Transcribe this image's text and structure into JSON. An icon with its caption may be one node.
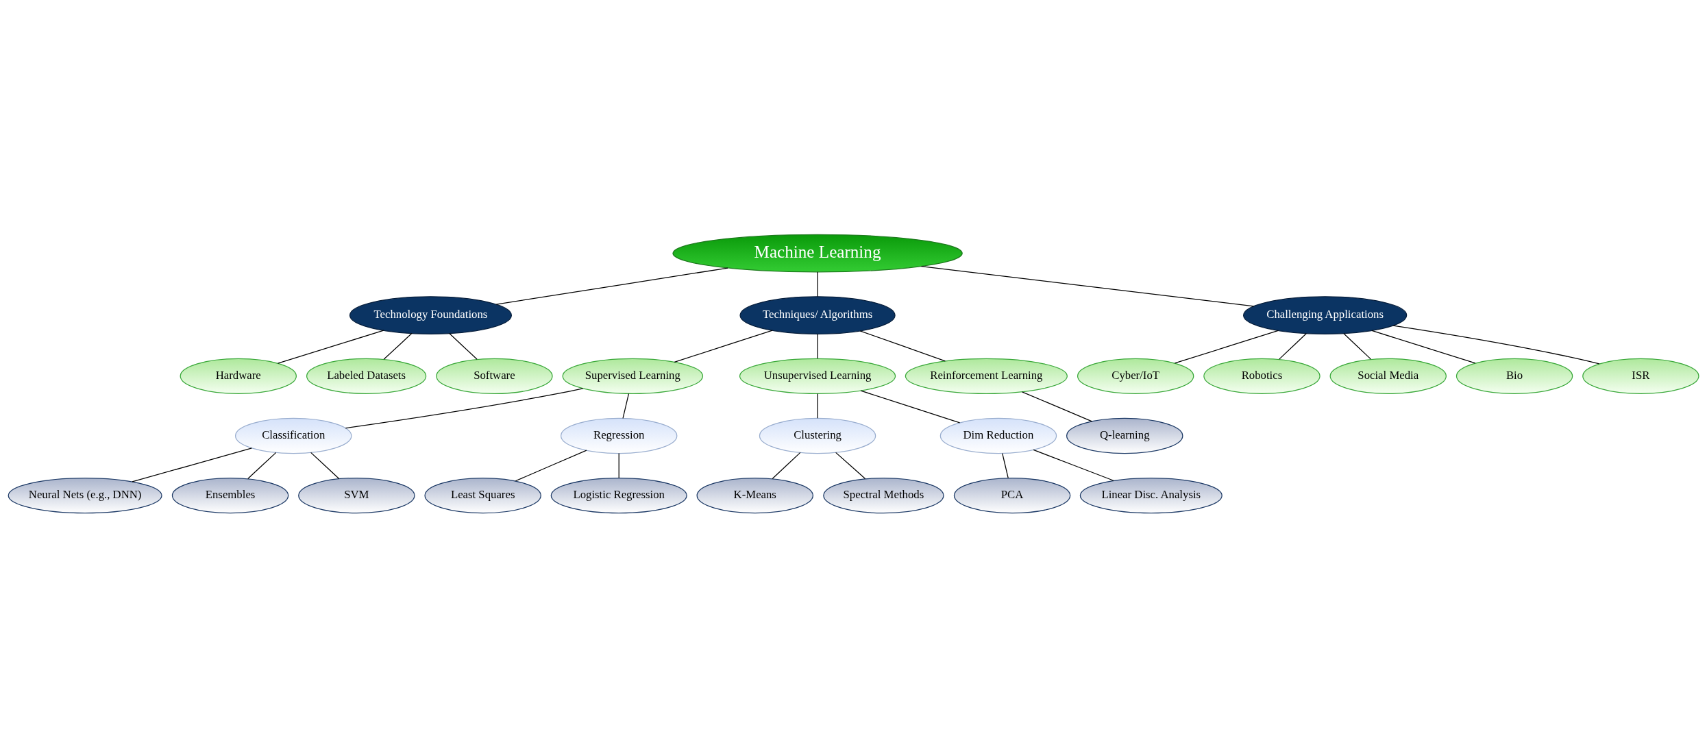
{
  "diagram": {
    "nodes": [
      {
        "text": [
          "Machine Learning"
        ]
      },
      {
        "text": [
          "Technology Foundations"
        ]
      },
      {
        "text": [
          "Techniques/ Algorithms"
        ]
      },
      {
        "text": [
          "Challenging Applications"
        ]
      },
      {
        "text": [
          "Hardware"
        ]
      },
      {
        "text": [
          "Labeled Datasets"
        ]
      },
      {
        "text": [
          "Software"
        ]
      },
      {
        "text": [
          "Supervised Learning"
        ]
      },
      {
        "text": [
          "Unsupervised Learning"
        ]
      },
      {
        "text": [
          "Reinforcement Learning"
        ]
      },
      {
        "text": [
          "Cyber/IoT"
        ]
      },
      {
        "text": [
          "Robotics"
        ]
      },
      {
        "text": [
          "Social Media"
        ]
      },
      {
        "text": [
          "Bio"
        ]
      },
      {
        "text": [
          "ISR"
        ]
      },
      {
        "text": [
          "Classification"
        ]
      },
      {
        "text": [
          "Regression"
        ]
      },
      {
        "text": [
          "Clustering"
        ]
      },
      {
        "text": [
          "Dim Reduction"
        ]
      },
      {
        "text": [
          "Q-learning"
        ]
      },
      {
        "text": [
          "Neural Nets (e.g., DNN)"
        ]
      },
      {
        "text": [
          "Ensembles"
        ]
      },
      {
        "text": [
          "SVM"
        ]
      },
      {
        "text": [
          "Least Squares"
        ]
      },
      {
        "text": [
          "Logistic Regression"
        ]
      },
      {
        "text": [
          "K-Means"
        ]
      },
      {
        "text": [
          "Spectral Methods"
        ]
      },
      {
        "text": [
          "PCA"
        ]
      },
      {
        "text": [
          "Linear Disc. Analysis"
        ]
      }
    ],
    "edges": [
      {
        "from": 0,
        "to": 1,
        "arrow": "none"
      },
      {
        "from": 0,
        "to": 2,
        "arrow": "none"
      },
      {
        "from": 0,
        "to": 3,
        "arrow": "none"
      },
      {
        "from": 1,
        "to": 4,
        "arrow": "none"
      },
      {
        "from": 1,
        "to": 5,
        "arrow": "none"
      },
      {
        "from": 1,
        "to": 6,
        "arrow": "none"
      },
      {
        "from": 2,
        "to": 7,
        "arrow": "none"
      },
      {
        "from": 2,
        "to": 8,
        "arrow": "none"
      },
      {
        "from": 2,
        "to": 9,
        "arrow": "none"
      },
      {
        "from": 3,
        "to": 10,
        "arrow": "none"
      },
      {
        "from": 3,
        "to": 11,
        "arrow": "none"
      },
      {
        "from": 3,
        "to": 12,
        "arrow": "none"
      },
      {
        "from": 3,
        "to": 13,
        "arrow": "none"
      },
      {
        "from": 3,
        "to": 14,
        "arrow": "none"
      },
      {
        "from": 7,
        "to": 15,
        "arrow": "none"
      },
      {
        "from": 7,
        "to": 16,
        "arrow": "none"
      },
      {
        "from": 8,
        "to": 17,
        "arrow": "none"
      },
      {
        "from": 8,
        "to": 18,
        "arrow": "none"
      },
      {
        "from": 9,
        "to": 19,
        "arrow": "none"
      },
      {
        "from": 15,
        "to": 20,
        "arrow": "none"
      },
      {
        "from": 15,
        "to": 21,
        "arrow": "none"
      },
      {
        "from": 15,
        "to": 22,
        "arrow": "none"
      },
      {
        "from": 16,
        "to": 23,
        "arrow": "none"
      },
      {
        "from": 16,
        "to": 24,
        "arrow": "none"
      },
      {
        "from": 17,
        "to": 25,
        "arrow": "none"
      },
      {
        "from": 17,
        "to": 26,
        "arrow": "none"
      },
      {
        "from": 18,
        "to": 27,
        "arrow": "none"
      },
      {
        "from": 18,
        "to": 28,
        "arrow": "none"
      }
    ]
  }
}
